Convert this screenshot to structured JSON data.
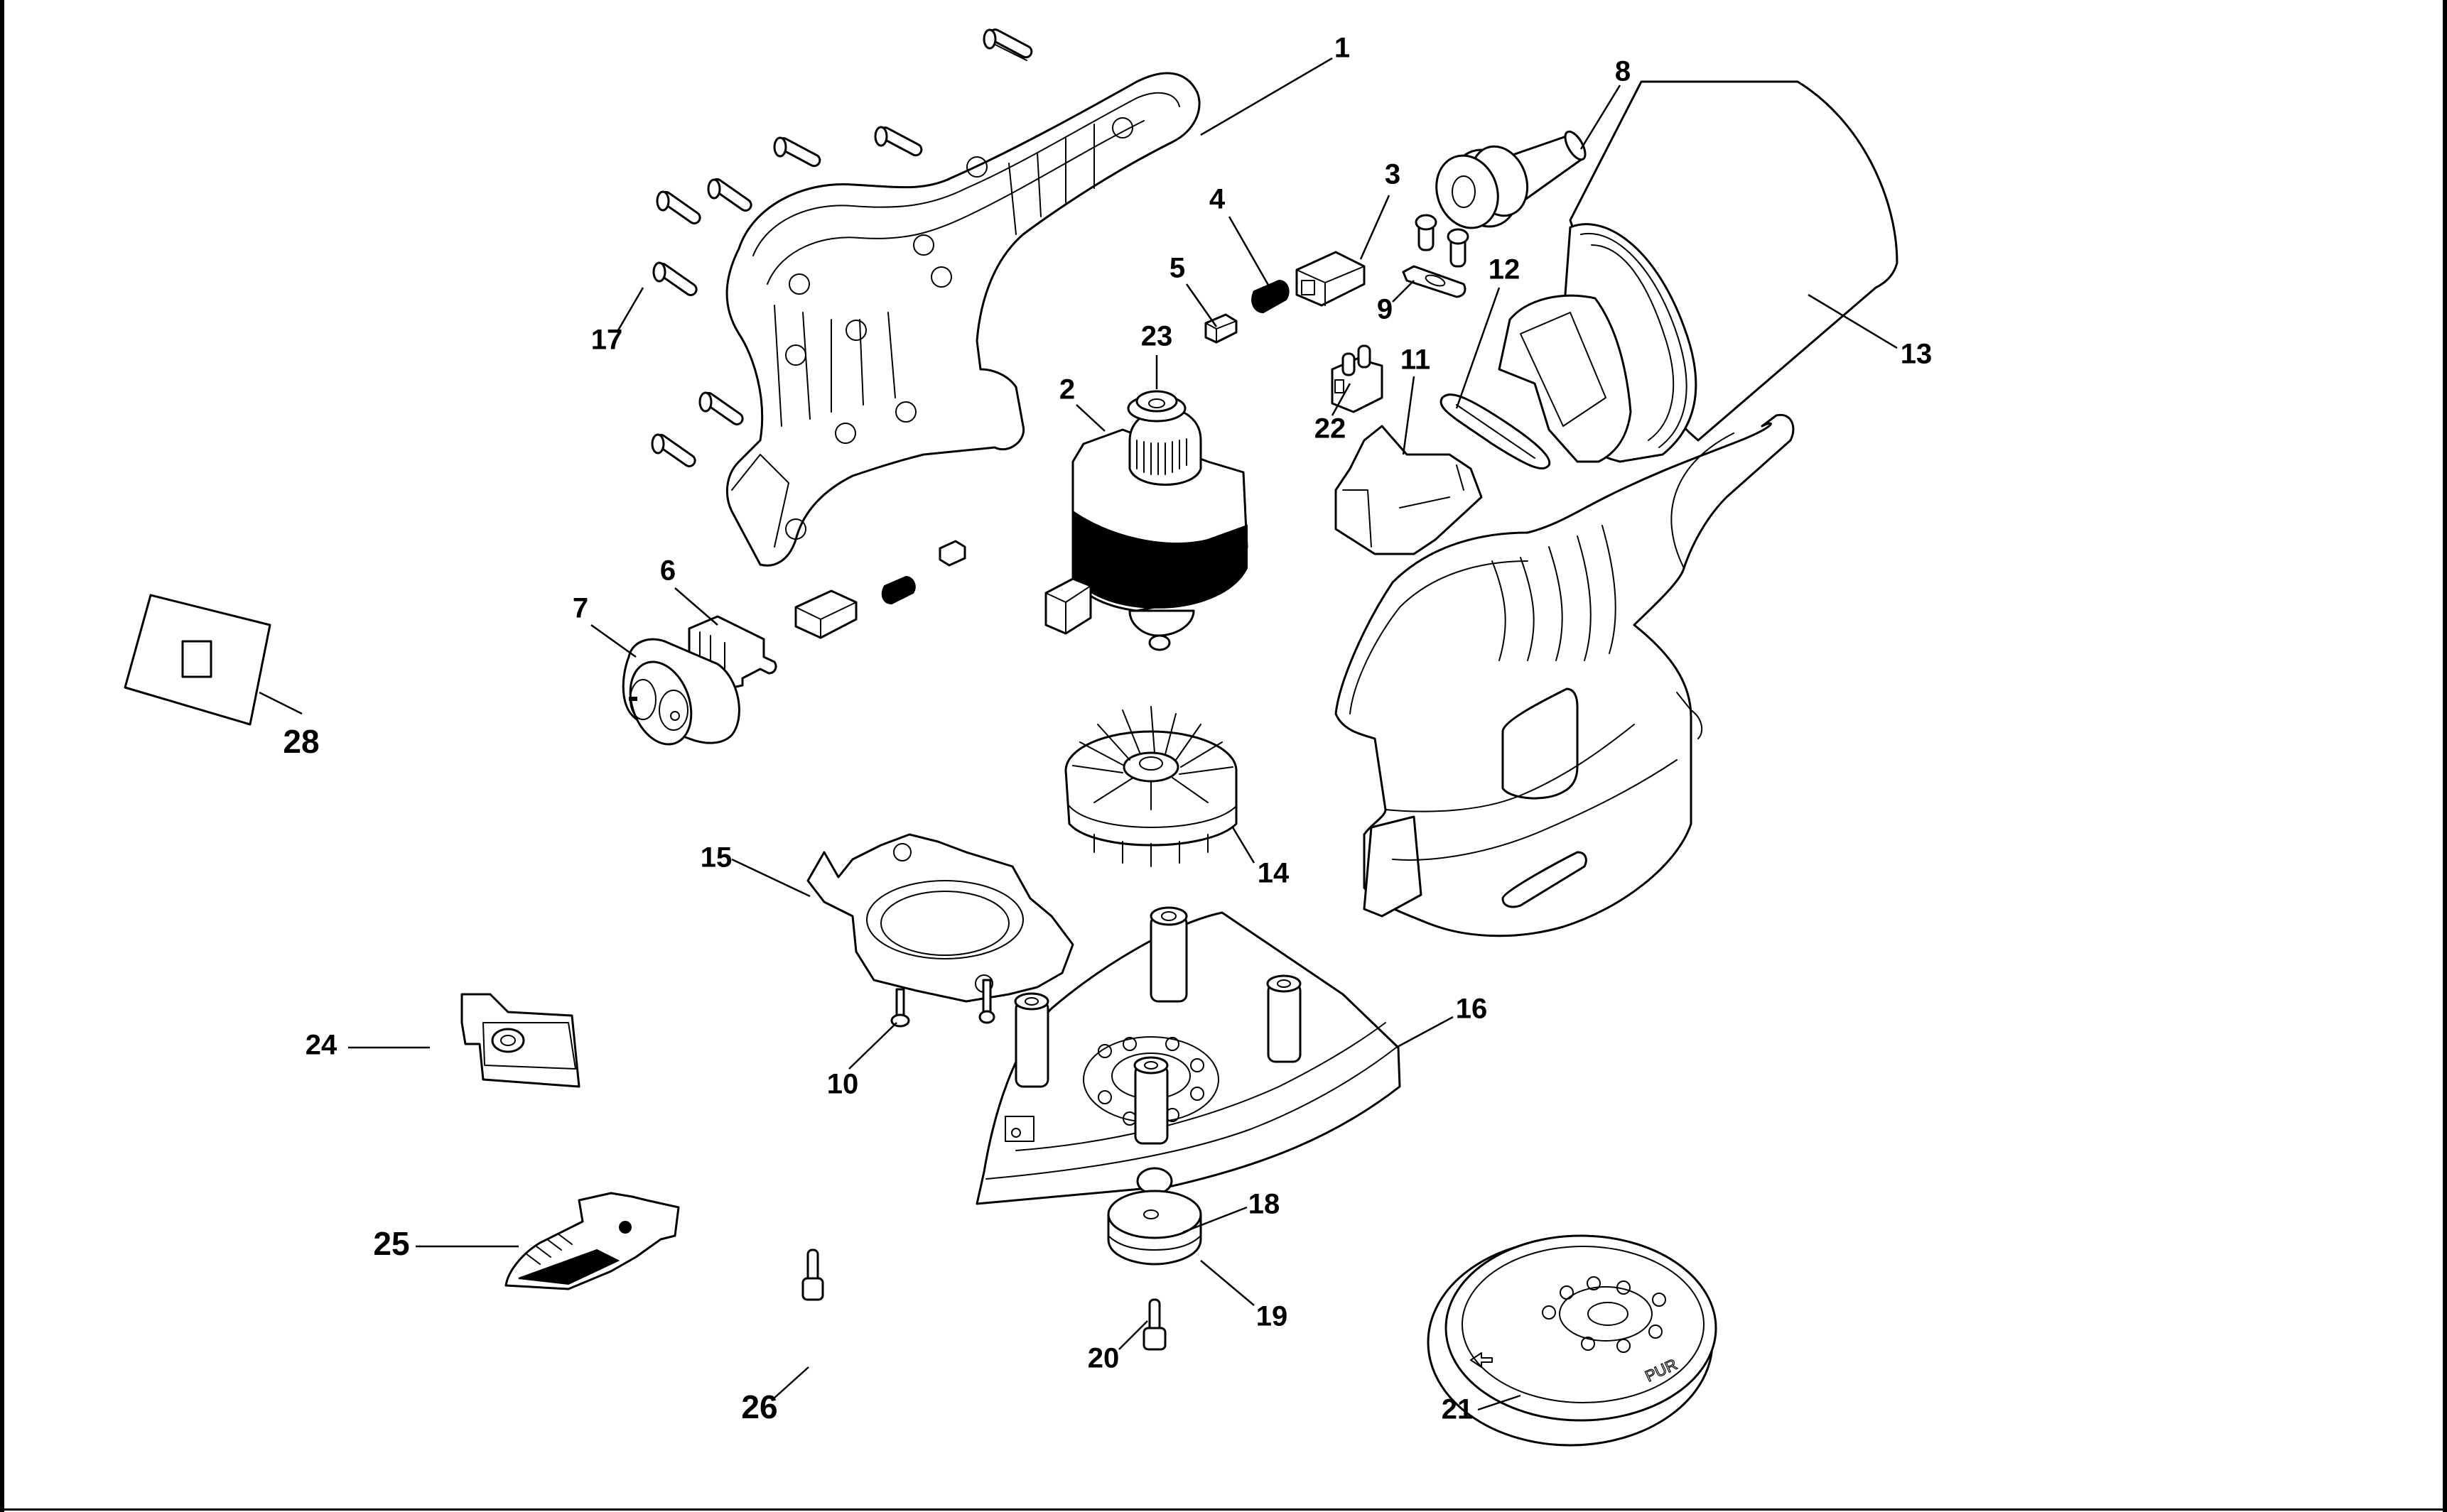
{
  "diagram": {
    "type": "exploded-parts-diagram",
    "subject": "detail / orbital sander",
    "background": "#ffffff",
    "line_color": "#000000",
    "callouts": [
      {
        "id": "1",
        "text": "1"
      },
      {
        "id": "2",
        "text": "2"
      },
      {
        "id": "3",
        "text": "3"
      },
      {
        "id": "4",
        "text": "4"
      },
      {
        "id": "5",
        "text": "5"
      },
      {
        "id": "6",
        "text": "6"
      },
      {
        "id": "7",
        "text": "7"
      },
      {
        "id": "8",
        "text": "8"
      },
      {
        "id": "9",
        "text": "9"
      },
      {
        "id": "10",
        "text": "10"
      },
      {
        "id": "11",
        "text": "11"
      },
      {
        "id": "12",
        "text": "12"
      },
      {
        "id": "13",
        "text": "13"
      },
      {
        "id": "14",
        "text": "14"
      },
      {
        "id": "15",
        "text": "15"
      },
      {
        "id": "16",
        "text": "16"
      },
      {
        "id": "17",
        "text": "17"
      },
      {
        "id": "18",
        "text": "18"
      },
      {
        "id": "19",
        "text": "19"
      },
      {
        "id": "20",
        "text": "20"
      },
      {
        "id": "21",
        "text": "21"
      },
      {
        "id": "22",
        "text": "22"
      },
      {
        "id": "23",
        "text": "23"
      },
      {
        "id": "24",
        "text": "24"
      },
      {
        "id": "25",
        "text": "25"
      },
      {
        "id": "26",
        "text": "26"
      },
      {
        "id": "28",
        "text": "28"
      }
    ],
    "parts": [
      {
        "ref": "1",
        "name": "housing half (left)"
      },
      {
        "ref": "2",
        "name": "motor"
      },
      {
        "ref": "3",
        "name": "brush holder"
      },
      {
        "ref": "4",
        "name": "spring"
      },
      {
        "ref": "5",
        "name": "carbon brush"
      },
      {
        "ref": "6",
        "name": "switch"
      },
      {
        "ref": "7",
        "name": "switch button"
      },
      {
        "ref": "8",
        "name": "cord guard"
      },
      {
        "ref": "9",
        "name": "cord clamp with screws"
      },
      {
        "ref": "10",
        "name": "screw"
      },
      {
        "ref": "11",
        "name": "switch bracket"
      },
      {
        "ref": "12",
        "name": "slider"
      },
      {
        "ref": "13",
        "name": "dust canister"
      },
      {
        "ref": "14",
        "name": "fan"
      },
      {
        "ref": "15",
        "name": "fan cover"
      },
      {
        "ref": "16",
        "name": "base plate (triangular)"
      },
      {
        "ref": "17",
        "name": "housing screws"
      },
      {
        "ref": "18",
        "name": "rubber mount"
      },
      {
        "ref": "19",
        "name": "washer"
      },
      {
        "ref": "20",
        "name": "screw"
      },
      {
        "ref": "21",
        "name": "round sanding pad"
      },
      {
        "ref": "22",
        "name": "terminal block"
      },
      {
        "ref": "23",
        "name": "bearing"
      },
      {
        "ref": "24",
        "name": "finger attachment"
      },
      {
        "ref": "25",
        "name": "detail pad"
      },
      {
        "ref": "26",
        "name": "screw"
      },
      {
        "ref": "28",
        "name": "label"
      }
    ],
    "embossed_text": {
      "pad_material": "PUR"
    }
  }
}
